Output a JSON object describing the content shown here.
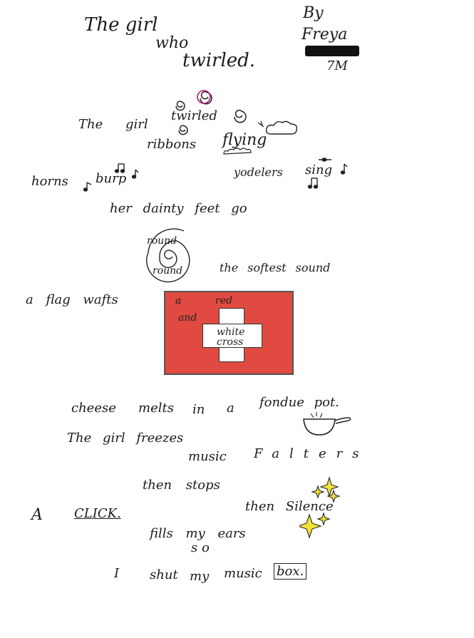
{
  "header": {
    "title_line1": "The girl",
    "title_line2": "who",
    "title_line3": "twirled.",
    "by": "By",
    "author": "Freya",
    "class": "7M"
  },
  "poem": {
    "line1_a": "The",
    "line1_b": "girl",
    "line1_c": "twirled",
    "line2_a": "ribbons",
    "line2_b": "flying",
    "line3_a": "horns",
    "line3_b": "burp",
    "line3_c": "yodelers",
    "line3_d": "sing",
    "line4": "her dainty feet go",
    "spiral_outer": "round",
    "spiral_inner": "round",
    "line5": "the softest sound",
    "line6": "a flag wafts",
    "flag_a": "a",
    "flag_red": "red",
    "flag_and": "and",
    "flag_white": "white",
    "flag_cross": "cross",
    "line7_a": "cheese",
    "line7_b": "melts",
    "line7_c": "in",
    "line7_d": "a",
    "line7_e": "fondue pot.",
    "line8": "The girl freezes",
    "line9_a": "music",
    "line9_b": "Falters",
    "line10": "then stops",
    "line11_a": "A",
    "line11_b": "CLICK.",
    "line11_c": "then Silence",
    "line12": "fills my ears",
    "line13": "s o",
    "line14_a": "I",
    "line14_b": "shut",
    "line14_c": "my",
    "line14_d": "music",
    "line14_e": "box."
  },
  "icons": [
    "spiral-icon",
    "cloud-icon",
    "music-note-icon",
    "fondue-pot-icon",
    "sparkle-icon",
    "swiss-flag"
  ]
}
